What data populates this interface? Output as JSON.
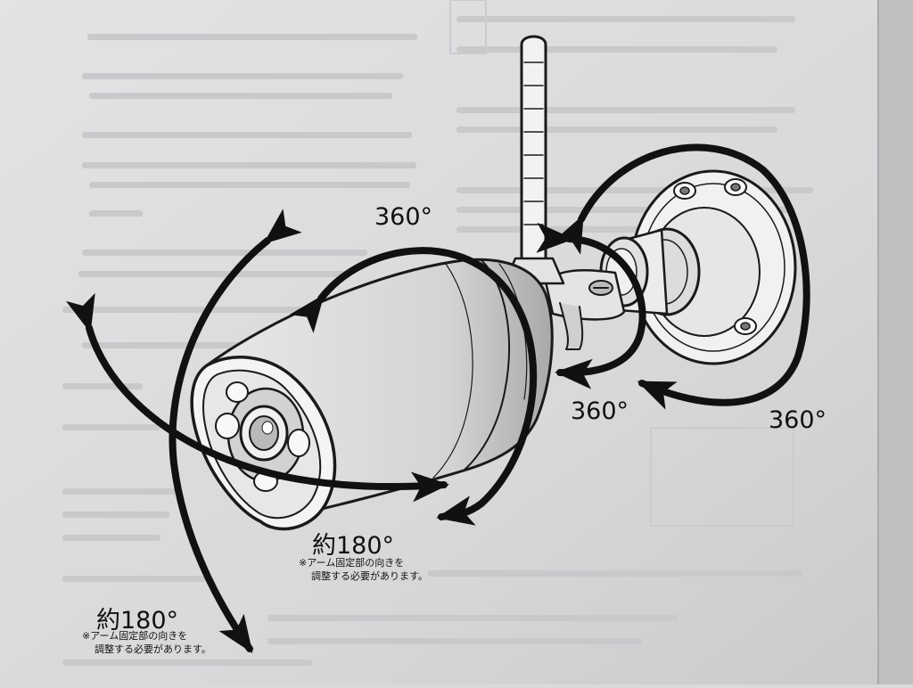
{
  "labels": {
    "rot_top": "360°",
    "rot_mid": "360°",
    "rot_right": "360°",
    "tilt_mid": "約180°",
    "tilt_mid_note_line1": "※アーム固定部の向きを",
    "tilt_mid_note_line2": "調整する必要があります。",
    "tilt_low": "約180°",
    "tilt_low_note_line1": "※アーム固定部の向きを",
    "tilt_low_note_line2": "調整する必要があります。"
  },
  "colors": {
    "paper": "#dcddde",
    "ink": "#111111",
    "faint_text": "#c4c5c7"
  }
}
